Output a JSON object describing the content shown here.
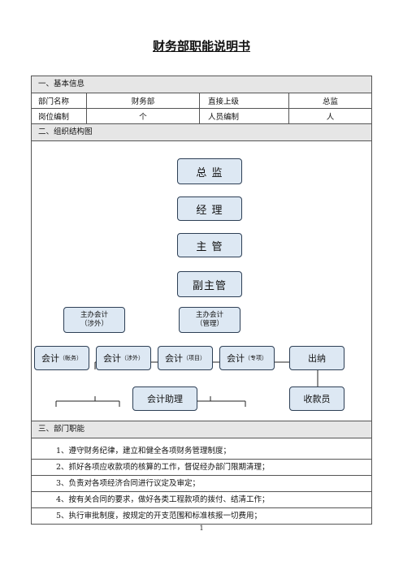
{
  "title": "财务部职能说明书",
  "basic": {
    "heading": "一、基本信息",
    "row1": [
      "部门名称",
      "财务部",
      "直接上级",
      "总监"
    ],
    "row2": [
      "岗位编制",
      "个",
      "人员编制",
      "人"
    ]
  },
  "org": {
    "heading": "二、组织结构图",
    "director": "总  监",
    "manager": "经  理",
    "supervisor": "主  管",
    "deputy": "副主管",
    "lead_ext_title": "主办会计",
    "lead_ext_sub": "（涉外）",
    "lead_mgmt_title": "主办会计",
    "lead_mgmt_sub": "（管理）",
    "acc_books": "会计",
    "acc_books_sub": "（帐务）",
    "acc_ext": "会计",
    "acc_ext_sub": "（涉外）",
    "acc_proj": "会计",
    "acc_proj_sub": "（项目）",
    "acc_spec": "会计",
    "acc_spec_sub": "（专项）",
    "cashier": "出纳",
    "assistant": "会计助理",
    "collector": "收款员"
  },
  "duties": {
    "heading": "三、部门职能",
    "items": [
      "1、遵守财务纪律，建立和健全各项财务管理制度；",
      "2、抓好各项应收款项的核算的工作，督促经办部门限期清理；",
      "3、负责对各项经济合同进行议定及审定；",
      "4、按有关合同的要求，做好各类工程款项的拨付、结清工作；",
      "5、执行审批制度，按规定的开支范围和标准核报一切费用；"
    ]
  },
  "page_number": "1"
}
